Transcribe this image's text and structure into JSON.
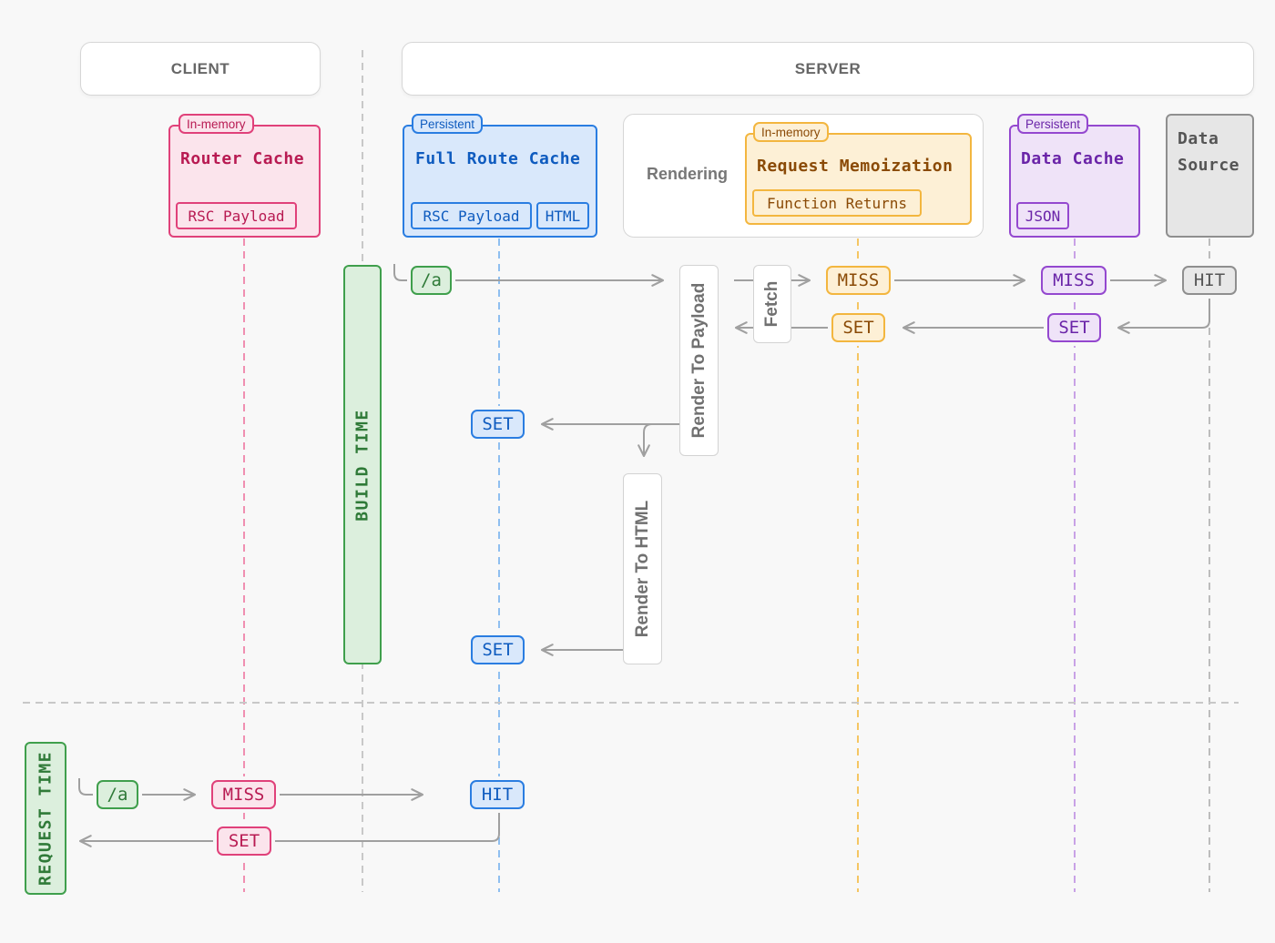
{
  "columns": {
    "client": "CLIENT",
    "server": "SERVER"
  },
  "router_cache": {
    "tag": "In-memory",
    "title": "Router Cache",
    "items": [
      "RSC Payload"
    ]
  },
  "full_route_cache": {
    "tag": "Persistent",
    "title": "Full Route Cache",
    "items": [
      "RSC Payload",
      "HTML"
    ]
  },
  "rendering": {
    "label": "Rendering",
    "memo": {
      "tag": "In-memory",
      "title": "Request Memoization",
      "items": [
        "Function Returns"
      ]
    }
  },
  "data_cache": {
    "tag": "Persistent",
    "title": "Data Cache",
    "items": [
      "JSON"
    ]
  },
  "data_source": {
    "title_line1": "Data",
    "title_line2": "Source"
  },
  "phases": {
    "build_time": "BUILD TIME",
    "request_time": "REQUEST TIME"
  },
  "processes": {
    "render_to_payload": "Render To Payload",
    "fetch": "Fetch",
    "render_to_html": "Render To HTML"
  },
  "build_flow": {
    "route": "/a",
    "memo_miss": "MISS",
    "data_miss": "MISS",
    "source_hit": "HIT",
    "memo_set": "SET",
    "data_set": "SET",
    "payload_set": "SET",
    "html_set": "SET"
  },
  "request_flow": {
    "route": "/a",
    "router_miss": "MISS",
    "full_route_hit": "HIT",
    "router_set": "SET"
  },
  "colors": {
    "router": "#e0417a",
    "full_route": "#2a7de1",
    "memoization": "#f3b63f",
    "data_cache": "#9448cf",
    "data_source": "#8f8f8f",
    "time_phase": "#3f9f4c",
    "connector": "#a0a0a0"
  }
}
